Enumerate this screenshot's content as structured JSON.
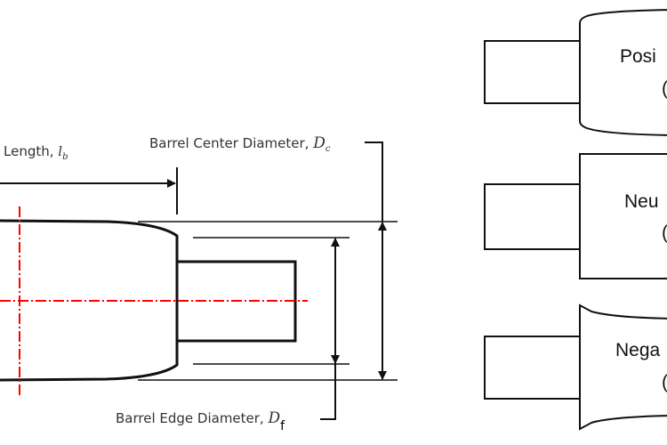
{
  "left_diagram": {
    "length_label": "Length, ",
    "length_symbol": "l",
    "length_sub": "b",
    "center_label": "Barrel Center Diameter, ",
    "center_symbol": "D",
    "center_sub": "c",
    "edge_label": "Barrel Edge Diameter, ",
    "edge_symbol": "D",
    "edge_sub": "f",
    "centerline_color": "#ff0000"
  },
  "right_diagram": {
    "shapes": [
      {
        "line1": "Posi",
        "line2": "("
      },
      {
        "line1": "Neu",
        "line2": "("
      },
      {
        "line1": "Nega",
        "line2": "("
      }
    ]
  }
}
